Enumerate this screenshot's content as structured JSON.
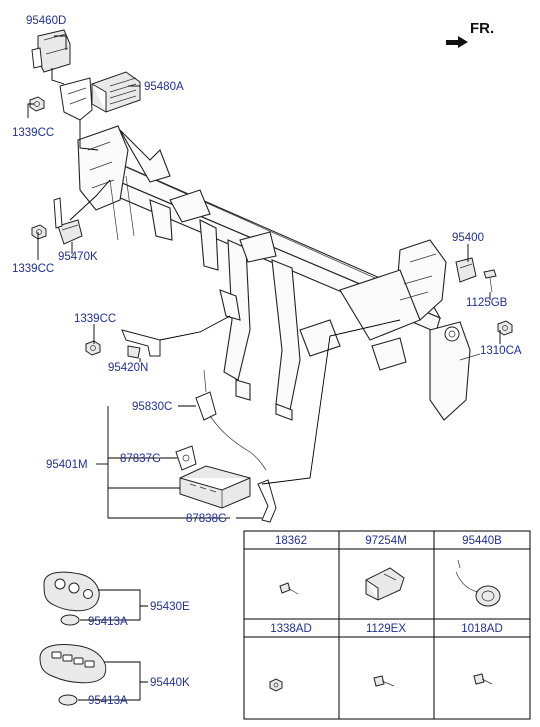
{
  "direction_label": "FR.",
  "callouts": {
    "c95460D": "95460D",
    "c95480A": "95480A",
    "c1339CC_top": "1339CC",
    "c1339CC_mid": "1339CC",
    "c95470K": "95470K",
    "c95400": "95400",
    "c1125GB": "1125GB",
    "c1339CC_low": "1339CC",
    "c1310CA": "1310CA",
    "c95420N": "95420N",
    "c95830C": "95830C",
    "c87837G": "87837G",
    "c95401M": "95401M",
    "c87838G": "87838G",
    "c95430E": "95430E",
    "c95413A_1": "95413A",
    "c95440K": "95440K",
    "c95413A_2": "95413A"
  },
  "parts_table": {
    "row1": [
      "18362",
      "97254M",
      "95440B"
    ],
    "row2": [
      "1338AD",
      "1129EX",
      "1018AD"
    ]
  }
}
